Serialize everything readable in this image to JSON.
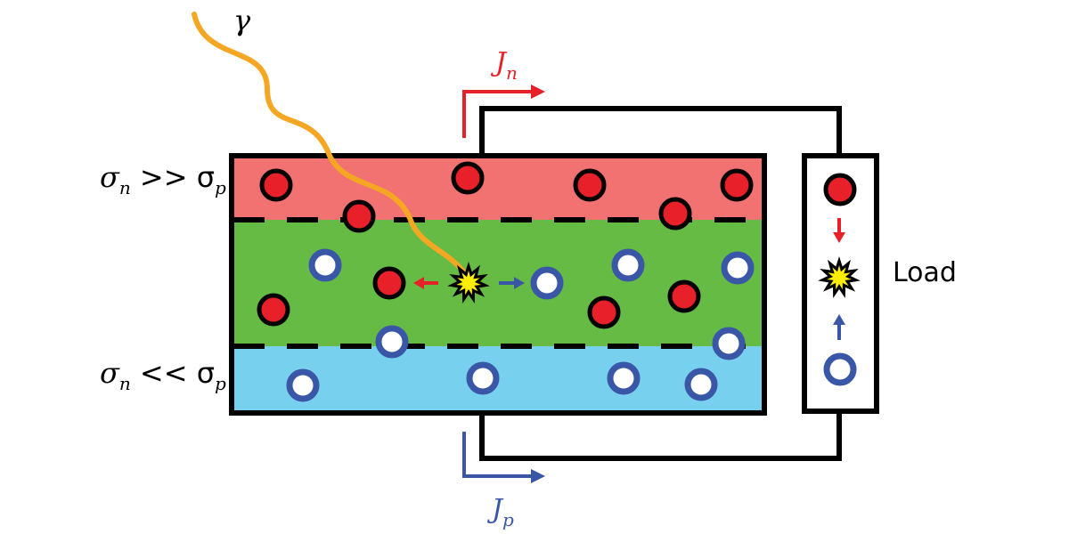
{
  "photon": {
    "symbol": "γ",
    "color": "#f5a623"
  },
  "labels": {
    "top_sigma": "σ",
    "top_sub_n": "n",
    "top_op": " >> σ",
    "top_sub_p": "p",
    "bottom_sigma": "σ",
    "bottom_sub_n": "n",
    "bottom_op": " << σ",
    "bottom_sub_p": "p",
    "load": "Load"
  },
  "currents": {
    "jn": {
      "letter": "J",
      "sub": "n",
      "color": "#e8202a"
    },
    "jp": {
      "letter": "J",
      "sub": "p",
      "color": "#3a57a7"
    }
  },
  "regions": {
    "top_color": "#f27171",
    "middle_color": "#66bb44",
    "bottom_color": "#77d0ee"
  },
  "carriers": {
    "electron_color": "#e8202a",
    "hole_color": "#3a57a7"
  }
}
